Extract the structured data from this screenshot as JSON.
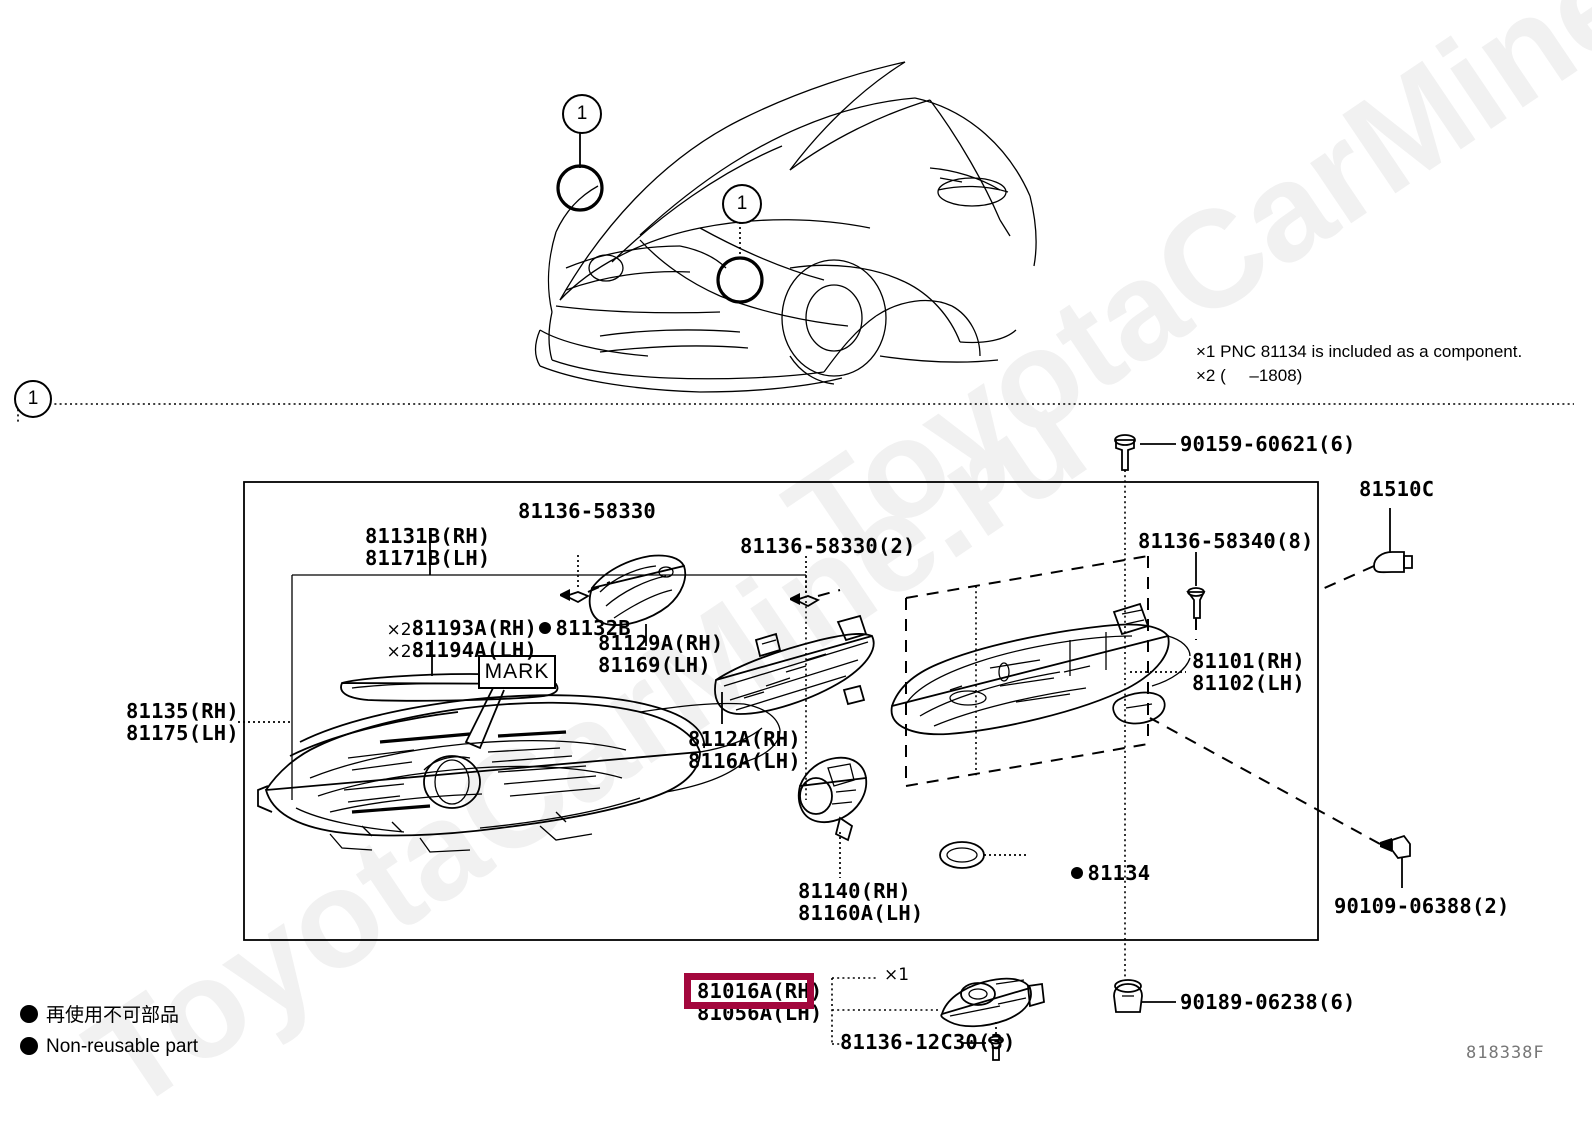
{
  "diagram": {
    "code": "818338F",
    "section_marker": "1",
    "vehicle_callouts": [
      {
        "id": "c1",
        "label": "1"
      },
      {
        "id": "c2",
        "label": "1"
      }
    ],
    "notes": [
      "×1 PNC 81134 is included as a component.",
      "×2 (     –1808)"
    ],
    "legend": [
      {
        "symbol": "filled-circle",
        "label": "再使用不可部品"
      },
      {
        "symbol": "filled-circle",
        "label": "Non-reusable part"
      }
    ],
    "mark_callout": "MARK",
    "highlight_color": "#a3073d",
    "watermark": "ToyotaCarMine.ru"
  },
  "parts": {
    "lens_sub_assy": {
      "line1": "81131B(RH)",
      "line2": "81171B(LH)"
    },
    "seal_rh": {
      "prefix": "×2",
      "text": "81193A(RH)"
    },
    "seal_lh": {
      "prefix": "×2",
      "text": "81194A(LH)"
    },
    "packing": {
      "bullet": true,
      "text": "81132B"
    },
    "headlamp_assy": {
      "line1": "81135(RH)",
      "line2": "81175(LH)"
    },
    "screw_58330": {
      "text": "81136-58330"
    },
    "cover_rh_lh": {
      "line1": "81129A(RH)",
      "line2": "81169(LH)"
    },
    "screw_58330_2": {
      "text": "81136-58330(2)"
    },
    "bracket": {
      "line1": "8112A(RH)",
      "line2": "8116A(LH)"
    },
    "socket": {
      "line1": "81140(RH)",
      "line2": "81160A(LH)"
    },
    "oring": {
      "bullet": true,
      "text": "81134"
    },
    "housing": {
      "line1": "81101(RH)",
      "line2": "81102(LH)"
    },
    "screw_58340": {
      "text": "81136-58340(8)"
    },
    "bolt_90159": {
      "text": "90159-60621(6)"
    },
    "bulb_81510c": {
      "text": "81510C"
    },
    "screw_90109": {
      "text": "90109-06388(2)"
    },
    "clip_90189": {
      "text": "90189-06238(6)"
    },
    "computer": {
      "line1": "81016A(RH)",
      "line2": "81056A(LH)",
      "ref": "×1"
    },
    "screw_12C30": {
      "text": "81136-12C30(3)"
    }
  }
}
